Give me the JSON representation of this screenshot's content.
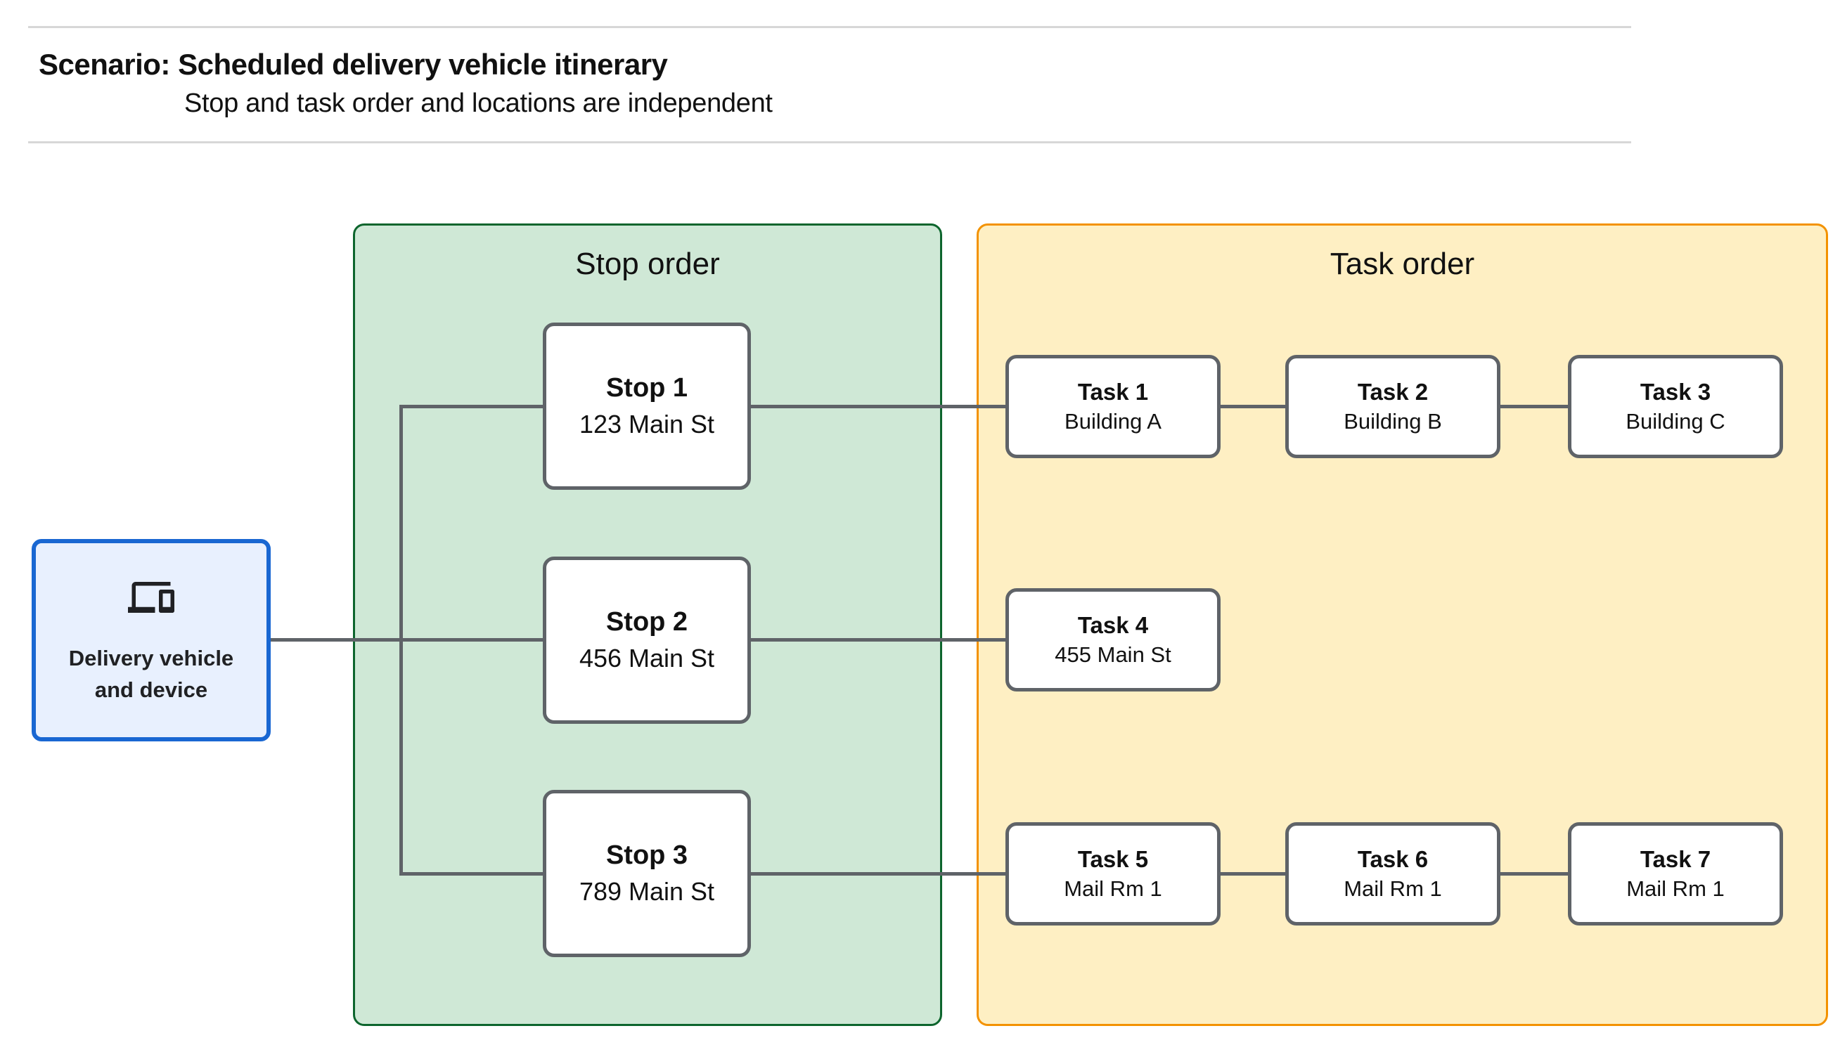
{
  "header": {
    "title": "Scenario: Scheduled delivery vehicle itinerary",
    "subtitle": "Stop and task order and locations are independent"
  },
  "device": {
    "label": "Delivery vehicle and device",
    "icon": "devices-icon"
  },
  "panels": {
    "stop_order": {
      "title": "Stop order"
    },
    "task_order": {
      "title": "Task order"
    }
  },
  "stops": [
    {
      "title": "Stop 1",
      "subtitle": "123 Main St"
    },
    {
      "title": "Stop 2",
      "subtitle": "456 Main St"
    },
    {
      "title": "Stop 3",
      "subtitle": "789 Main St"
    }
  ],
  "tasks": [
    {
      "title": "Task 1",
      "subtitle": "Building A"
    },
    {
      "title": "Task 2",
      "subtitle": "Building B"
    },
    {
      "title": "Task 3",
      "subtitle": "Building C"
    },
    {
      "title": "Task 4",
      "subtitle": "455 Main St"
    },
    {
      "title": "Task 5",
      "subtitle": "Mail Rm 1"
    },
    {
      "title": "Task 6",
      "subtitle": "Mail Rm 1"
    },
    {
      "title": "Task 7",
      "subtitle": "Mail Rm 1"
    }
  ],
  "colors": {
    "stop_panel_fill": "#cfe8d6",
    "stop_panel_border": "#0d652d",
    "task_panel_fill": "#feefc3",
    "task_panel_border": "#f39200",
    "device_fill": "#e8f0fe",
    "device_border": "#1967d2",
    "node_border": "#5f6368",
    "connector": "#5f6368",
    "divider": "#d7d7d7",
    "text": "#111111"
  }
}
